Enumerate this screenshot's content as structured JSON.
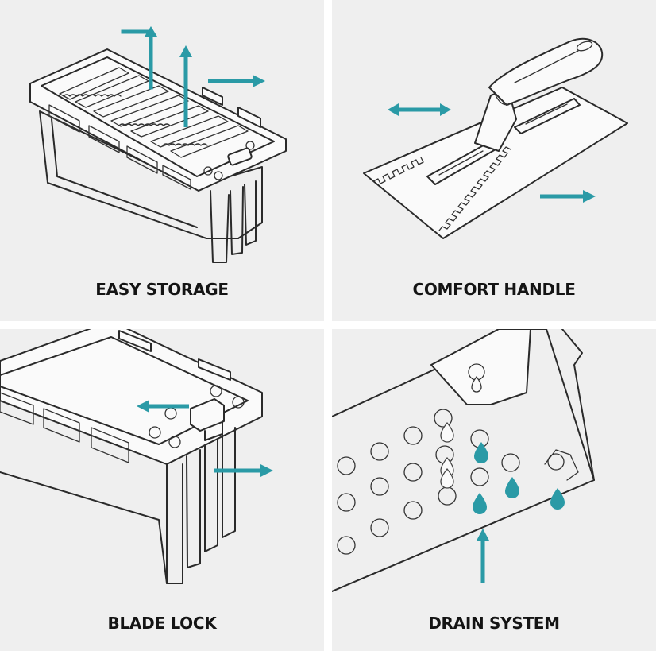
{
  "panels": [
    {
      "id": "easy-storage",
      "caption": "EASY STORAGE"
    },
    {
      "id": "comfort-handle",
      "caption": "COMFORT HANDLE"
    },
    {
      "id": "blade-lock",
      "caption": "BLADE LOCK"
    },
    {
      "id": "drain-system",
      "caption": "DRAIN SYSTEM"
    }
  ],
  "colors": {
    "accent": "#2a9aa6",
    "panel_bg": "#efefef",
    "line": "#2a2a2a",
    "caption": "#141414"
  },
  "icons": [
    "up-arrow-icon",
    "right-arrow-icon",
    "left-arrow-icon",
    "double-arrow-icon",
    "water-drop-icon"
  ]
}
